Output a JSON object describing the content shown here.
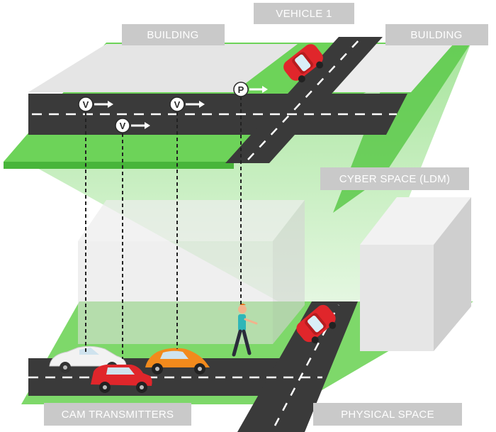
{
  "labels": {
    "vehicle_1": "VEHICLE 1",
    "building_left": "BUILDING",
    "building_right": "BUILDING",
    "cyber_space": "CYBER SPACE (LDM)",
    "cam_transmitters": "CAM TRANSMITTERS",
    "physical_space": "PHYSICAL SPACE"
  },
  "markers": {
    "v1": "V",
    "v2": "V",
    "v3": "V",
    "p": "P"
  },
  "colors": {
    "grass": "#5fcf4b",
    "grass_dark": "#3fae32",
    "road": "#3a3a3a",
    "building_face": "#e6e6e6",
    "label_box": "#c9c9c9",
    "car_red": "#e0262b",
    "car_orange": "#f28a1c",
    "car_white": "#f2f2f2"
  }
}
